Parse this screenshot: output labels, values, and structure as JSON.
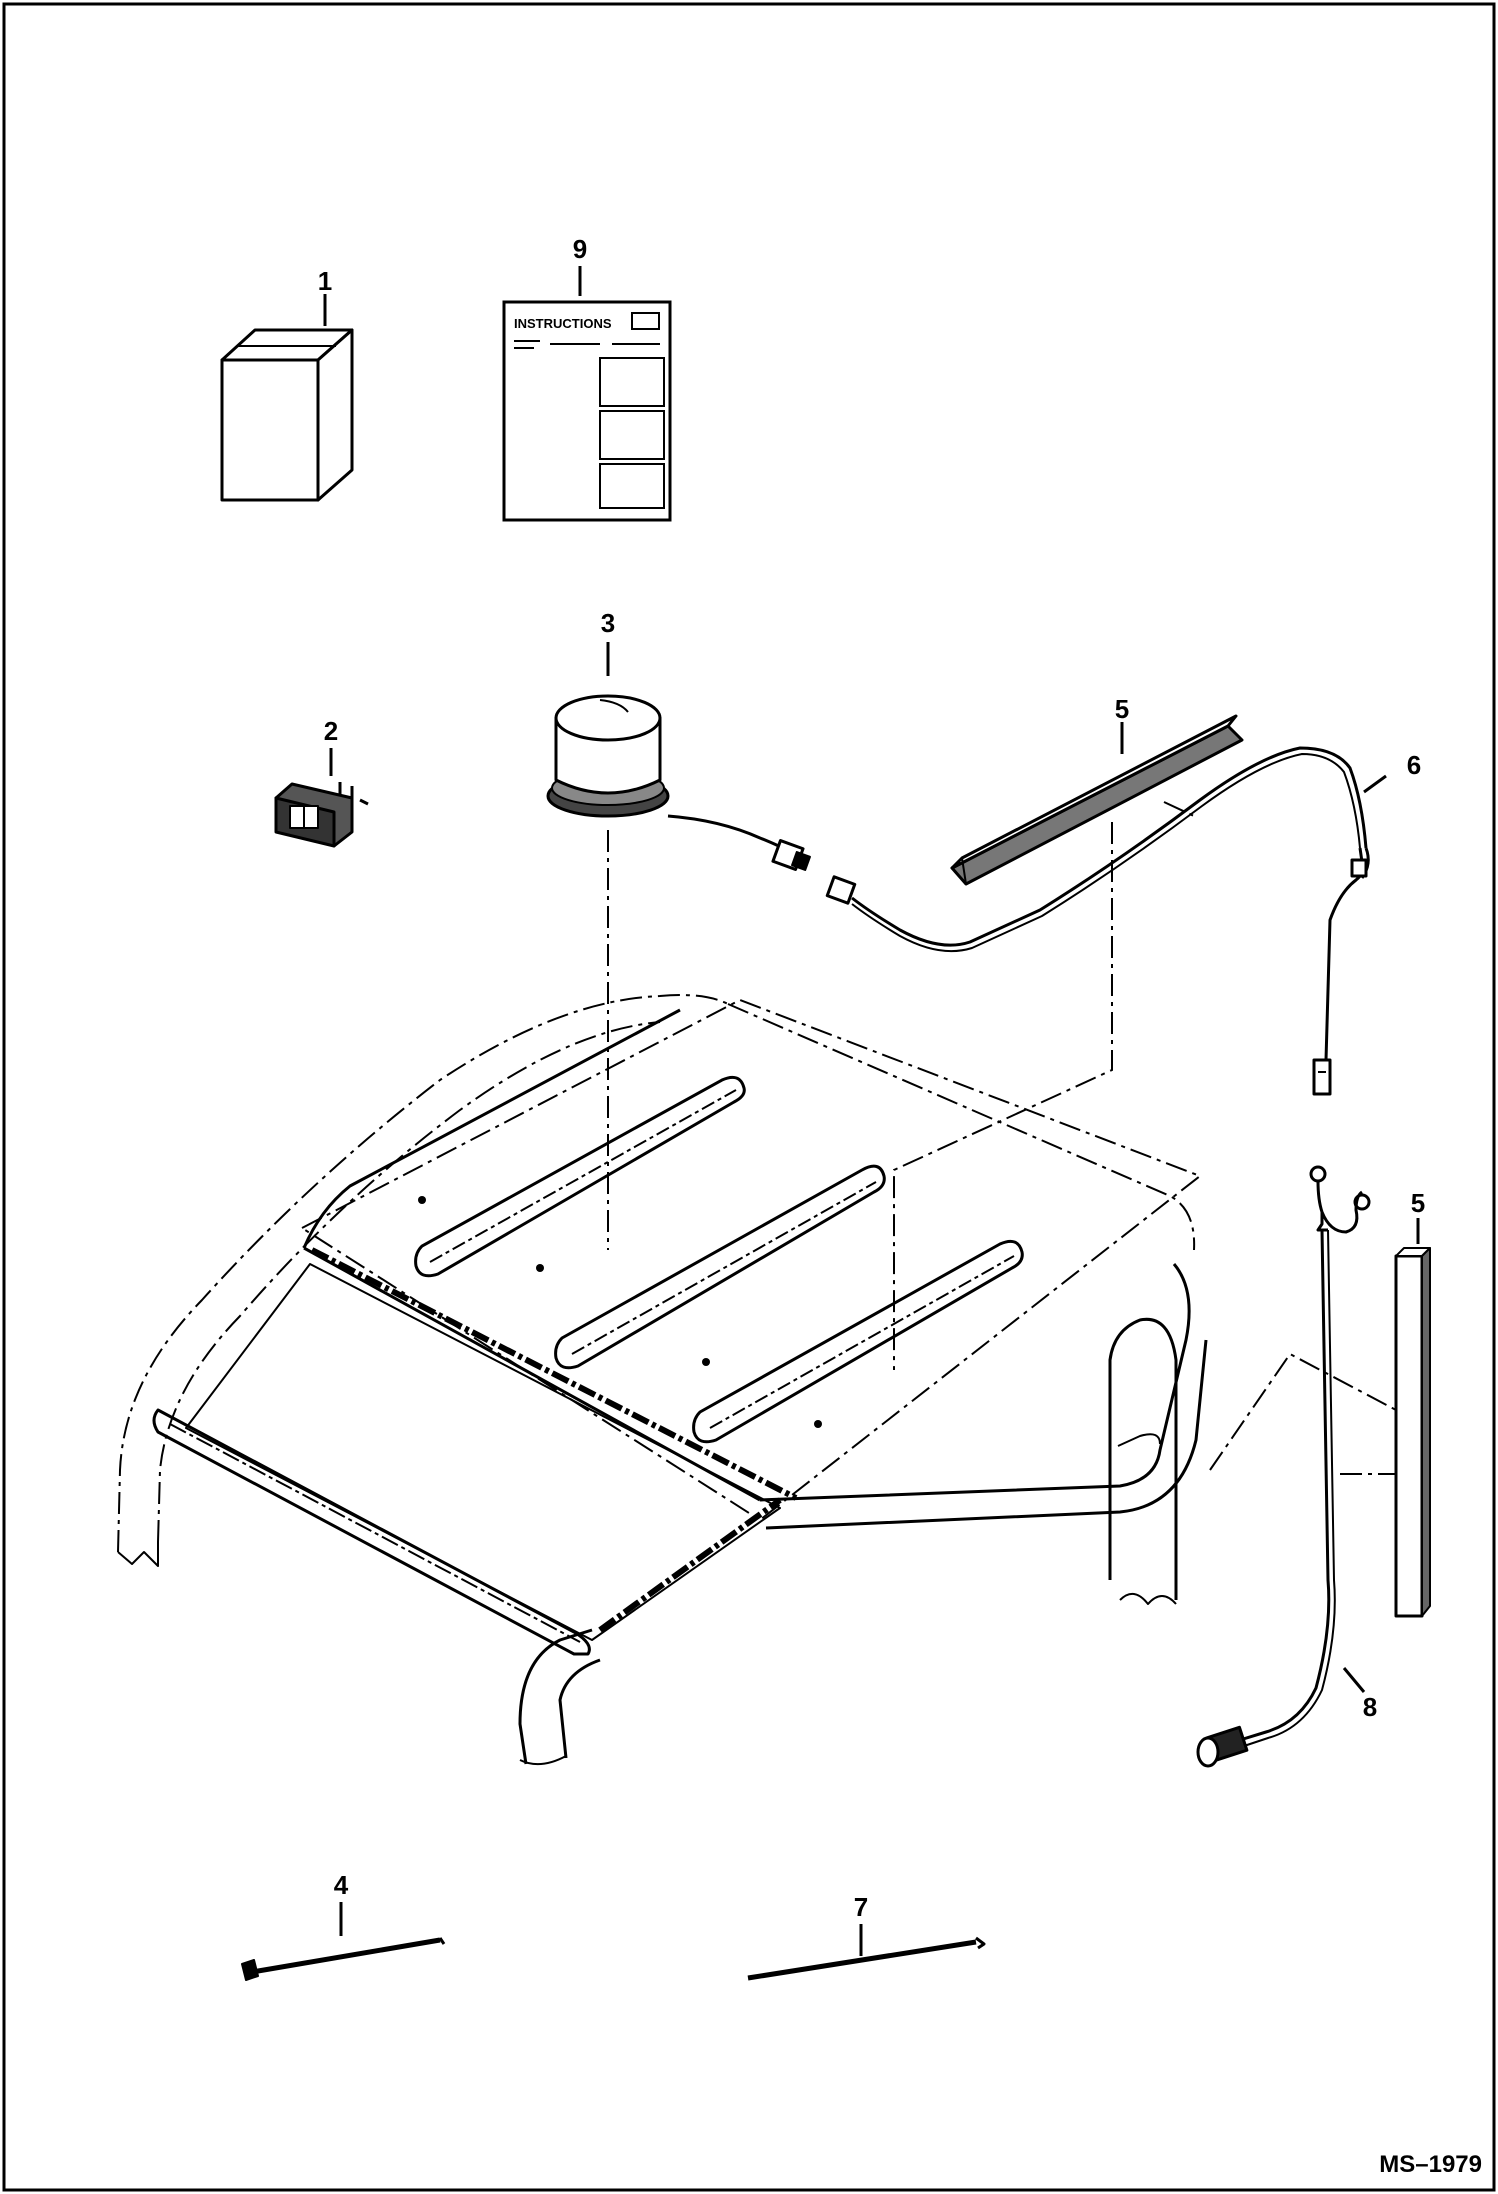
{
  "callouts": {
    "c1": "1",
    "c2": "2",
    "c3": "3",
    "c4": "4",
    "c5a": "5",
    "c5b": "5",
    "c6": "6",
    "c7": "7",
    "c8": "8",
    "c9": "9"
  },
  "instructions_sheet": {
    "title": "INSTRUCTIONS"
  },
  "figure_ref": "MS–1979"
}
